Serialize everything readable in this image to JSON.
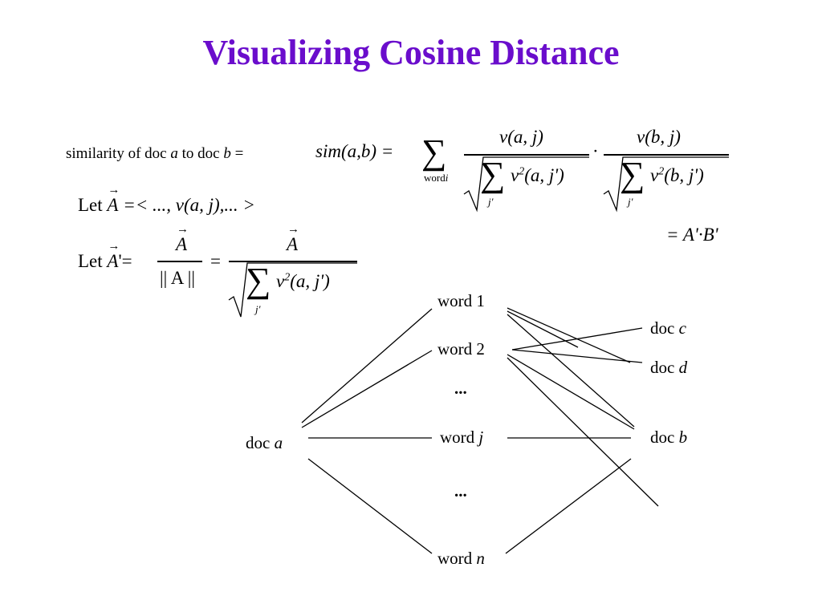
{
  "title": "Visualizing Cosine Distance",
  "title_color": "#6a0dcc",
  "formula1": {
    "lead_prefix": "similarity of doc ",
    "lead_a": "a",
    "lead_mid": " to doc ",
    "lead_b": "b",
    "lead_eq": " =",
    "sim": "sim",
    "sim_args": "(a,b) =",
    "sum_symbol": "∑",
    "sum_sub_word": "word",
    "sum_sub_i": "i",
    "num1": "v(a, j)",
    "num2": "v(b, j)",
    "den1": "v",
    "den1_sup": "2",
    "den1_args": "(a, j')",
    "den2": "v",
    "den2_sup": "2",
    "den2_args": "(b, j')",
    "den_sub": "j'",
    "dot": "·",
    "result": "= A'·B'"
  },
  "formula2": {
    "let": "Let",
    "vec": "A",
    "body": "=< ..., v(a, j),... >"
  },
  "formula3": {
    "let": "Let",
    "vec": "A",
    "prime": "'=",
    "num": "A",
    "den": "|| A ||",
    "eq": "=",
    "num2": "A",
    "den_v": "v",
    "den_sup": "2",
    "den_args": "(a, j')",
    "den_sub": "j'"
  },
  "diagram": {
    "doc_a": "doc",
    "doc_a_var": "a",
    "word1": "word 1",
    "word2": "word 2",
    "dots1": "...",
    "wordj": "word",
    "wordj_var": "j",
    "dots2": "...",
    "wordn": "word",
    "wordn_var": "n",
    "doc_c": "doc",
    "doc_c_var": "c",
    "doc_d": "doc",
    "doc_d_var": "d",
    "doc_b": "doc",
    "doc_b_var": "b"
  }
}
